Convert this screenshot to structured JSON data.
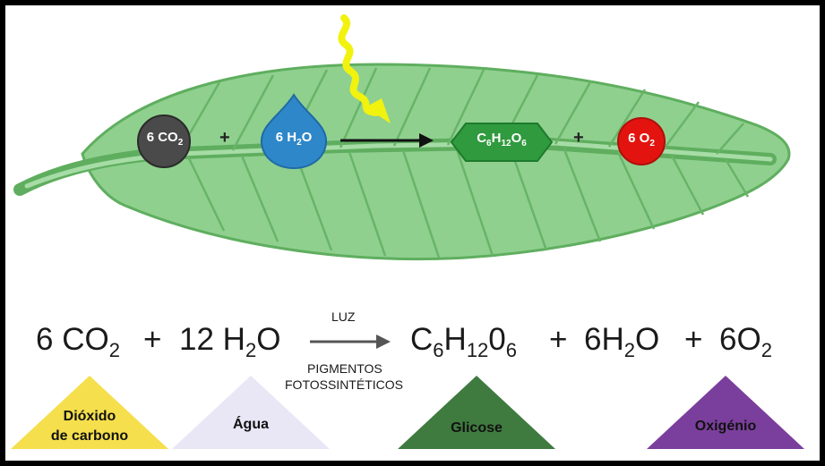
{
  "leaf_equation": {
    "reactant1": {
      "coef": "6",
      "formula": "CO",
      "sub": "2",
      "color": "#4a4a4a"
    },
    "plus1": "+",
    "reactant2": {
      "coef": "6",
      "formula": "H",
      "sub": "2",
      "tail": "O",
      "color": "#2e87c8"
    },
    "product1": {
      "c": "C",
      "c_sub": "6",
      "h": "H",
      "h_sub": "12",
      "o": "O",
      "o_sub": "6",
      "color": "#2f9a3e"
    },
    "plus2": "+",
    "product2": {
      "coef": "6",
      "formula": "O",
      "sub": "2",
      "color": "#e3140f"
    }
  },
  "main_equation": {
    "term1": {
      "coef": "6",
      "formula": "CO",
      "sub": "2"
    },
    "plus1": "+",
    "term2": {
      "coef": "12",
      "formula": "H",
      "sub": "2",
      "tail": "O"
    },
    "arrow_top": "LUZ",
    "arrow_bottom_1": "PIGMENTOS",
    "arrow_bottom_2": "FOTOSSINTÉTICOS",
    "term3": {
      "c": "C",
      "c_sub": "6",
      "h": "H",
      "h_sub": "12",
      "o": "0",
      "o_sub": "6"
    },
    "plus2": "+",
    "term4": "6H",
    "term4_sub": "2",
    "term4_tail": "O",
    "plus3": "+",
    "term5": "6O",
    "term5_sub": "2"
  },
  "labels": {
    "carbon_dioxide_line1": "Dióxido",
    "carbon_dioxide_line2": "de carbono",
    "water": "Água",
    "glucose": "Glicose",
    "oxygen": "Oxigénio"
  },
  "colors": {
    "carbon_dioxide": "#f5df4d",
    "water": "#e9e6f6",
    "glucose": "#3f7a3f",
    "oxygen": "#7a3f9c",
    "leaf": "#8fd08f",
    "sun": "#f2f20f"
  }
}
